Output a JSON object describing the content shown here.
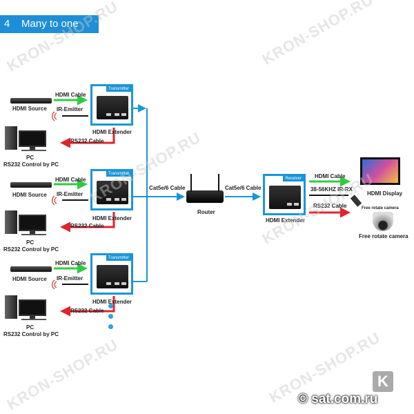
{
  "header": {
    "number": "4",
    "title": "Many to one"
  },
  "groups": [
    {
      "source": "HDMI Source",
      "hdmi_cable": "HDMI Cable",
      "ir": "IR-Emitter",
      "box_tag": "Transmitter",
      "extender": "HDMI Extender",
      "rs232": "RS232 Cable",
      "pc": "PC",
      "pc_sub": "RS232 Control by PC"
    },
    {
      "source": "HDMI Source",
      "hdmi_cable": "HDMI Cable",
      "ir": "IR-Emitter",
      "box_tag": "Transmitter",
      "extender": "HDMI Extender",
      "rs232": "RS232 Cable",
      "pc": "PC",
      "pc_sub": "RS232 Control by PC"
    },
    {
      "source": "HDMI Source",
      "hdmi_cable": "HDMI Cable",
      "ir": "IR-Emitter",
      "box_tag": "Transmitter",
      "extender": "HDMI Extender",
      "rs232": "RS232 Cable",
      "pc": "PC",
      "pc_sub": "RS232 Control by PC"
    }
  ],
  "network": {
    "cable1": "Cat5e/6 Cable",
    "router": "Router",
    "cable2": "Cat5e/6 Cable"
  },
  "receiver": {
    "box_tag": "Receiver",
    "extender": "HDMI Extender",
    "hdmi_cable": "HDMI Cable",
    "ir": "38-56KHZ IR-RX",
    "rs232": "RS232 Cable",
    "display": "HDMI Display",
    "camera_small": "Free rotate camera",
    "camera": "Free rotate camera"
  },
  "watermark": "KRON-SHOP.RU",
  "logo": {
    "letter": "K",
    "text": "© sat.com.ru"
  },
  "colors": {
    "blue": "#1a95d6",
    "green": "#2ecc40",
    "red": "#e0242c"
  }
}
